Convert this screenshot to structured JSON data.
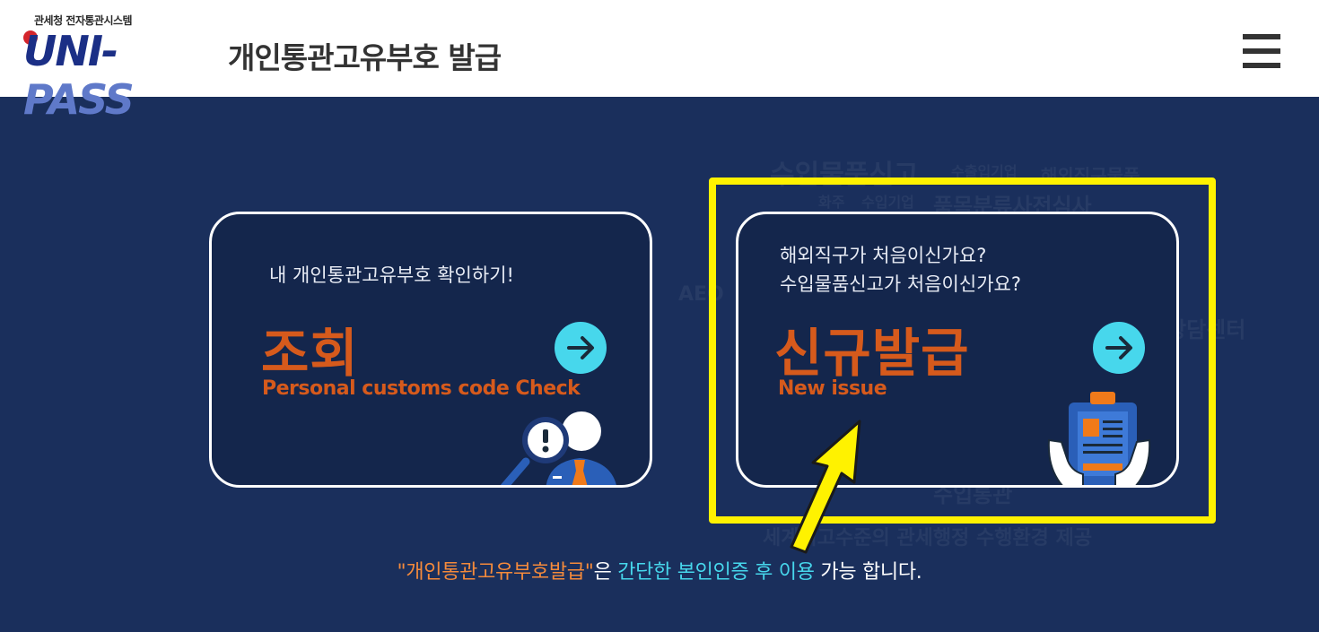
{
  "header": {
    "agency": "관세청 전자통관시스템",
    "brand_main": "UNI-",
    "brand_accent": "PASS",
    "title": "개인통관고유부호  발급",
    "menu_icon": "hamburger-menu-icon"
  },
  "background_words": [
    "수입물품신고",
    "수출입기업",
    "해외직구물품",
    "화주",
    "수입기업",
    "품목분류사전심사",
    "AEO",
    "상담센터",
    "수입통관",
    "세계최고수준의 관세행정 수행환경 제공"
  ],
  "cards": {
    "lookup": {
      "description": "내 개인통관고유부호 확인하기!",
      "title": "조회",
      "subtitle": "Personal customs code Check",
      "arrow_icon": "arrow-right-icon",
      "illustration": "magnifier-person-icon"
    },
    "new_issue": {
      "description_line1": "해외직구가 처음이신가요?",
      "description_line2": "수입물품신고가 처음이신가요?",
      "title": "신규발급",
      "subtitle": "New issue",
      "arrow_icon": "arrow-right-icon",
      "illustration": "clipboard-hands-icon"
    }
  },
  "notice": {
    "quoted": "\"개인통관고유부호발급\"",
    "part1": "은 ",
    "highlight": "간단한 본인인증 후 이용",
    "part2": " 가능 합니다."
  },
  "colors": {
    "background": "#1a2f5c",
    "card_bg": "#14264c",
    "accent_orange": "#d65a1c",
    "accent_cyan": "#47d7ec",
    "highlight_yellow": "#fff200"
  }
}
